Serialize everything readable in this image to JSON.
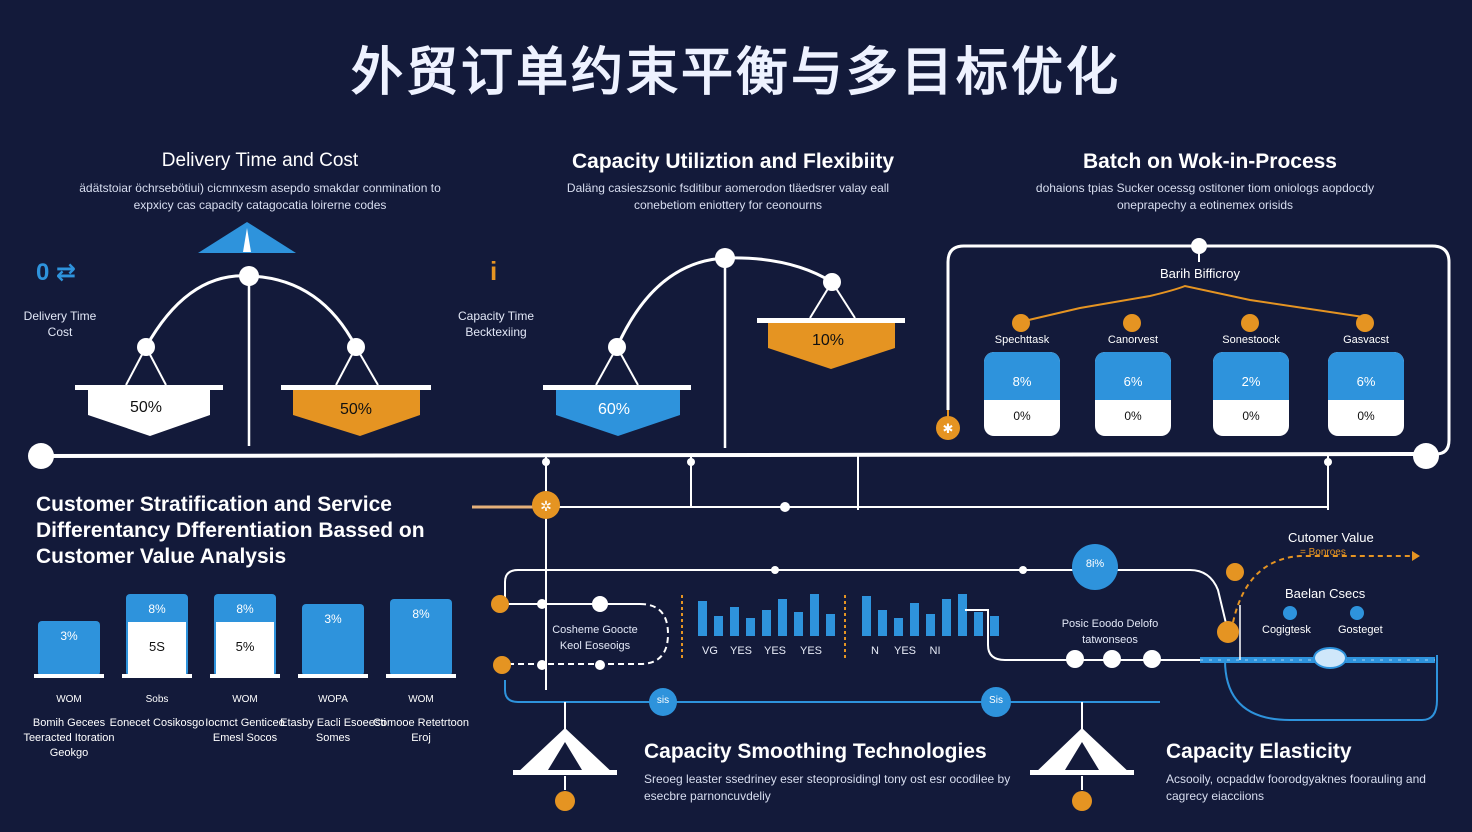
{
  "title": "外贸订单约束平衡与多目标优化",
  "colors": {
    "background": "#131a3a",
    "blue": "#2e93dc",
    "orange": "#e59422",
    "white": "#ffffff"
  },
  "sections": {
    "delivery": {
      "title": "Delivery Time and Cost",
      "desc": "ädätstoiar öchrsebötiui) cicmnxesm asepdo smakdar conmination to expxicy cas capacity catagocatia loirerne codes",
      "side_symbol": "0 ⇄",
      "side_label": "Delivery Time Cost",
      "left_pan": "50%",
      "right_pan": "50%"
    },
    "capacity": {
      "title": "Capacity Utiliztion and Flexibiity",
      "desc": "Daläng casieszsonic fsditibur aomerodon tläedsrer valay eall conebetiom eniottery for ceonourns",
      "side_symbol": "i",
      "side_label": "Capacity Time Becktexiing",
      "left_pan": "60%",
      "right_pan": "10%"
    },
    "batch": {
      "title": "Batch on Wok-in-Process",
      "desc": "dohaions tpias Sucker ocessg ostitoner tiom oniologs aopdocdy oneprapechy a eotinemex orisids",
      "inner_label": "Barih Bifficroy",
      "cards": [
        {
          "label": "Spechttask",
          "top": "8%",
          "bottom": "0%"
        },
        {
          "label": "Canorvest",
          "top": "6%",
          "bottom": "0%"
        },
        {
          "label": "Sonestoock",
          "top": "2%",
          "bottom": "0%"
        },
        {
          "label": "Gasvacst",
          "top": "6%",
          "bottom": "0%"
        }
      ]
    },
    "customer": {
      "title": "Customer Stratification and Service Differentancy Dfferentiation Bassed on Customer Value Analysis",
      "bars": [
        {
          "top": "3%",
          "mid": "",
          "code": "WOM",
          "caption": "Bomih Gecees Teeracted Itoration Geokgo",
          "level": 0.55
        },
        {
          "top": "8%",
          "mid": "5S",
          "code": "Sobs",
          "caption": "Eonecet Cosikosgo",
          "level": 0.82
        },
        {
          "top": "8%",
          "mid": "5%",
          "code": "WOM",
          "caption": "Iocmct Genticeo Emesl Socos",
          "level": 0.82
        },
        {
          "top": "3%",
          "mid": "",
          "code": "WOPA",
          "caption": "Etasby Eacli Esoeesti Somes",
          "level": 0.72
        },
        {
          "top": "8%",
          "mid": "",
          "code": "WOM",
          "caption": "Comooe Retetrtoon Eroj",
          "level": 0.77
        }
      ]
    },
    "flow": {
      "loop_label": "Cosheme Goocte Keol Eoseoigs",
      "hub_label": "8i%",
      "tick_labels": [
        "VG",
        "YES",
        "YES",
        "YES",
        "N",
        "YES",
        "NI"
      ],
      "bars_left": [
        0.8,
        0.45,
        0.65,
        0.4,
        0.6,
        0.85,
        0.55,
        0.95,
        0.5
      ],
      "bars_right": [
        0.9,
        0.6,
        0.4,
        0.75,
        0.5,
        0.85,
        0.95,
        0.55,
        0.45
      ],
      "feed_label": "Posic Eoodo Delofo tatwonseos",
      "badge_left": "sis",
      "badge_right": "Sis"
    },
    "value": {
      "label": "Cutomer Value",
      "sublabel": "= Bonroes",
      "sub": "Baelan Csecs",
      "left": "Cogigtesk",
      "right": "Gosteget"
    },
    "smoothing": {
      "title": "Capacity Smoothing Technologies",
      "desc": "Sreoeg leaster ssedriney eser steoprosidingl tony ost esr ocodilee by esecbre parnoncuvdeliy"
    },
    "elasticity": {
      "title": "Capacity Elasticity",
      "desc": "Acsooily, ocpaddw foorodgyaknes foorauling and cagrecy eiacciions"
    }
  }
}
